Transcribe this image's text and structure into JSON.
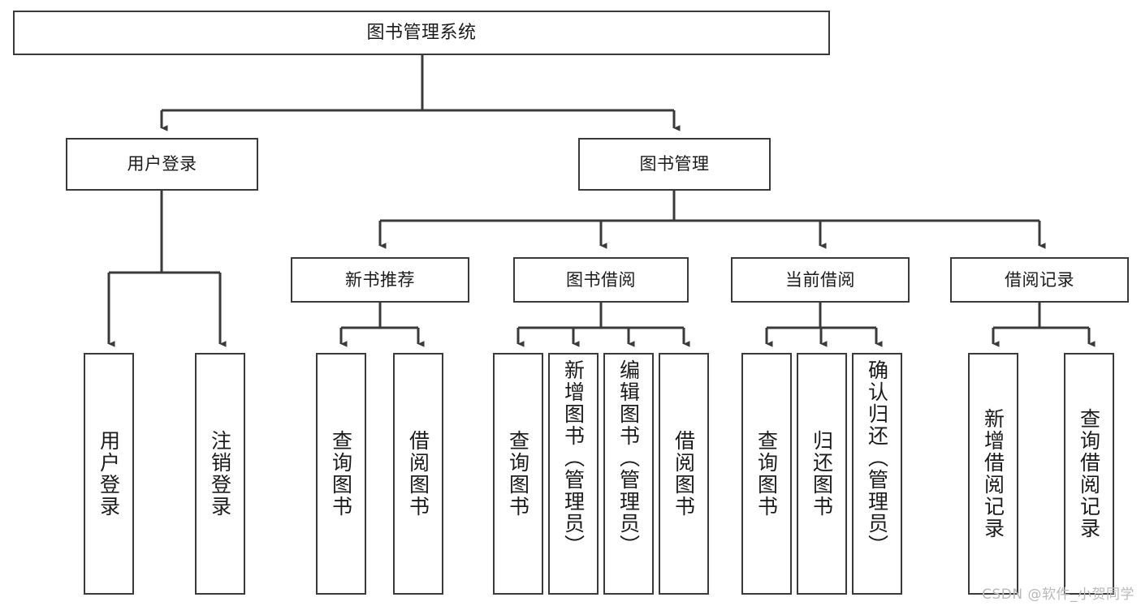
{
  "diagram": {
    "title": "图书管理系统",
    "watermark": "CSDN @软件_小贺同学",
    "root": {
      "label": "图书管理系统"
    },
    "level2": [
      {
        "label": "用户登录"
      },
      {
        "label": "图书管理"
      }
    ],
    "level3": [
      {
        "label": "新书推荐"
      },
      {
        "label": "图书借阅"
      },
      {
        "label": "当前借阅"
      },
      {
        "label": "借阅记录"
      }
    ],
    "leaves": {
      "user_login": [
        {
          "label": "用户登录"
        },
        {
          "label": "注销登录"
        }
      ],
      "new_book": [
        {
          "label": "查询图书"
        },
        {
          "label": "借阅图书"
        }
      ],
      "book_borrow": [
        {
          "label": "查询图书"
        },
        {
          "label": "新增图书（管理员）"
        },
        {
          "label": "编辑图书（管理员）"
        },
        {
          "label": "借阅图书"
        }
      ],
      "current_borrow": [
        {
          "label": "查询图书"
        },
        {
          "label": "归还图书"
        },
        {
          "label": "确认归还（管理员）"
        }
      ],
      "borrow_record": [
        {
          "label": "新增借阅记录"
        },
        {
          "label": "查询借阅记录"
        }
      ]
    },
    "colors": {
      "stroke": "#3a3a3a",
      "background": "#ffffff",
      "text": "#1b1b1b",
      "watermark": "#b9b9b9"
    }
  },
  "chart_data": {
    "type": "table",
    "title": "图书管理系统 功能结构图",
    "nodes": [
      "图书管理系统",
      "用户登录",
      "图书管理",
      "新书推荐",
      "图书借阅",
      "当前借阅",
      "借阅记录",
      "用户登录",
      "注销登录",
      "查询图书",
      "借阅图书",
      "查询图书",
      "新增图书（管理员）",
      "编辑图书（管理员）",
      "借阅图书",
      "查询图书",
      "归还图书",
      "确认归还（管理员）",
      "新增借阅记录",
      "查询借阅记录"
    ]
  }
}
